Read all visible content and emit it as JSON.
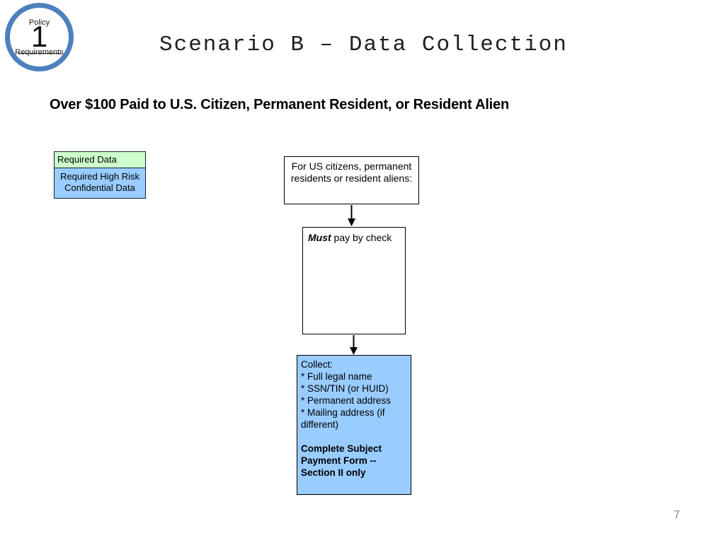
{
  "slide": {
    "badge": {
      "top_label": "Policy",
      "number": "1",
      "bottom_label": "Requirements"
    },
    "title": "Scenario B – Data Collection",
    "subtitle": "Over $100 Paid to U.S. Citizen, Permanent Resident, or Resident Alien",
    "page_number": "7"
  },
  "legend": {
    "required_data_label": "Required Data",
    "high_risk_label": "Required High Risk Confidential Data"
  },
  "flowchart": {
    "citizens_box_text": "For US citizens, permanent residents or resident aliens:",
    "pay_box": {
      "emphasis": "Must",
      "rest": " pay by check"
    },
    "collect_box": {
      "lines": [
        "Collect:",
        "* Full legal name",
        "* SSN/TIN (or HUID)",
        "* Permanent address",
        "* Mailing address (if different)"
      ],
      "bold_note": "Complete Subject Payment Form -- Section II only"
    }
  },
  "colors": {
    "badge_ring": "#4d80bd",
    "legend_green": "#ccffcc",
    "legend_blue": "#99ccff",
    "collect_blue": "#99ccff",
    "page_number_gray": "#8a8a8a"
  }
}
